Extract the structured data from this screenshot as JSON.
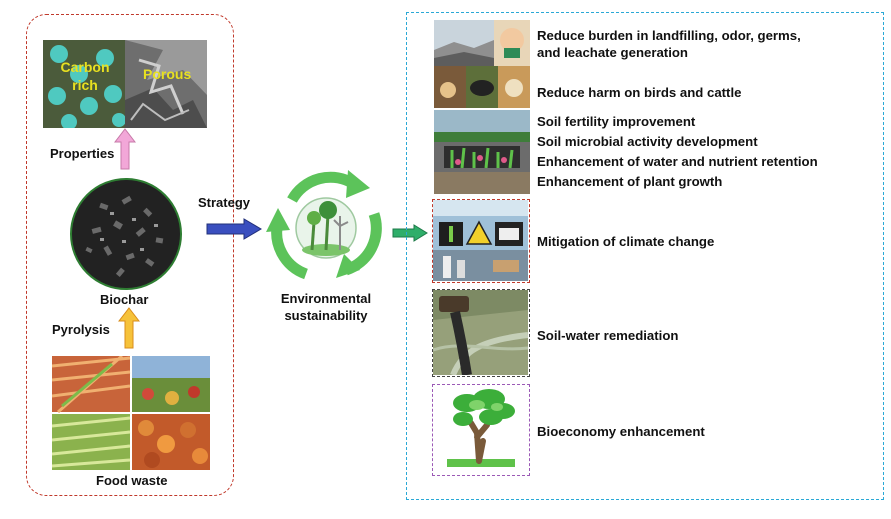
{
  "left_panel": {
    "properties_image": {
      "carbon_rich_label": "Carbon\nrich",
      "porous_label": "Porous"
    },
    "properties_label": "Properties",
    "biochar_label": "Biochar",
    "pyrolysis_label": "Pyrolysis",
    "food_waste_label": "Food waste"
  },
  "middle": {
    "strategy_label": "Strategy",
    "env_label_line1": "Environmental",
    "env_label_line2": "sustainability"
  },
  "outcomes": [
    {
      "lines": [
        "Reduce burden in landfilling, odor, germs,",
        "and leachate generation"
      ]
    },
    {
      "lines": [
        "Reduce harm on birds and cattle"
      ]
    },
    {
      "lines": [
        "Soil fertility improvement",
        "Soil microbial activity development",
        "Enhancement of water and nutrient retention",
        "Enhancement of plant growth"
      ]
    },
    {
      "lines": [
        "Mitigation of climate change"
      ]
    },
    {
      "lines": [
        "Soil-water remediation"
      ]
    },
    {
      "lines": [
        "Bioeconomy enhancement"
      ]
    }
  ],
  "colors": {
    "left_border": "#c0392b",
    "right_border": "#2aa9d6",
    "properties_arrow": "#f2a7d8",
    "pyrolysis_arrow": "#f6c23a",
    "strategy_arrow": "#3a4fbf",
    "output_arrow": "#2fae6a",
    "cycle_green": "#5cc35a"
  }
}
